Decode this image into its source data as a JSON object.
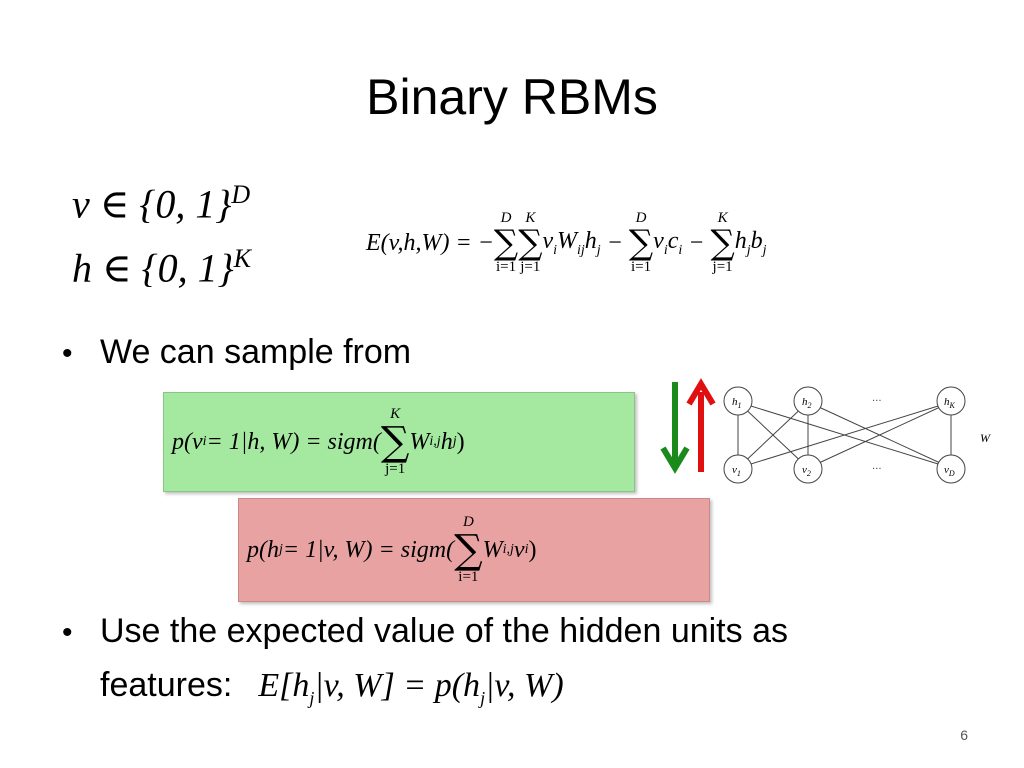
{
  "slide": {
    "title": "Binary RBMs",
    "page_number": "6"
  },
  "math": {
    "v_def": "v ∈ {0, 1}",
    "v_sup": "D",
    "h_def": "h ∈ {0, 1}",
    "h_sup": "K",
    "energy_lhs": "E(v,h,W) = −",
    "energy_t1": "v",
    "energy_t1_sub": "i",
    "energy_t1b": "W",
    "energy_t1b_sub": "ij",
    "energy_t1c": "h",
    "energy_t1c_sub": "j",
    "energy_minus": "−",
    "energy_t2": "v",
    "energy_t2_sub": "i",
    "energy_t2b": "c",
    "energy_t2b_sub": "i",
    "energy_t3": "h",
    "energy_t3_sub": "j",
    "energy_t3b": "b",
    "energy_t3b_sub": "j",
    "sum_sym": "∑",
    "lim_D": "D",
    "lim_K": "K",
    "lim_i1": "i=1",
    "lim_j1": "j=1",
    "green_lhs": "p(v",
    "green_lhs_sub": "i",
    "green_lhs2": " = 1|h, W) = sigm(",
    "green_W": "W",
    "green_W_sub": "i,j",
    "green_h": "h",
    "green_h_sub": "j",
    "green_close": ")",
    "red_lhs": "p(h",
    "red_lhs_sub": "j",
    "red_lhs2": " = 1|v, W) = sigm(",
    "red_W": "W",
    "red_W_sub": "i,j",
    "red_v": "v",
    "red_v_sub": "i",
    "red_close": ")",
    "feat_expr": "E[h",
    "feat_expr_sub": "j",
    "feat_expr2": "|v, W] = p(h",
    "feat_expr_sub2": "j",
    "feat_expr3": "|v, W)"
  },
  "bullets": {
    "b1": "We can sample from",
    "b2_line1": "Use the expected value of the hidden units as",
    "b2_line2": "features:",
    "dot": "•"
  },
  "diagram": {
    "hidden_nodes": [
      {
        "label": "h",
        "sub": "1"
      },
      {
        "label": "h",
        "sub": "2"
      },
      {
        "label": "h",
        "sub": "K"
      }
    ],
    "visible_nodes": [
      {
        "label": "v",
        "sub": "1"
      },
      {
        "label": "v",
        "sub": "2"
      },
      {
        "label": "v",
        "sub": "D"
      }
    ],
    "ellipsis": "···",
    "weight_label": "W",
    "arrow_down_color": "#1a8a1a",
    "arrow_up_color": "#e01010"
  }
}
